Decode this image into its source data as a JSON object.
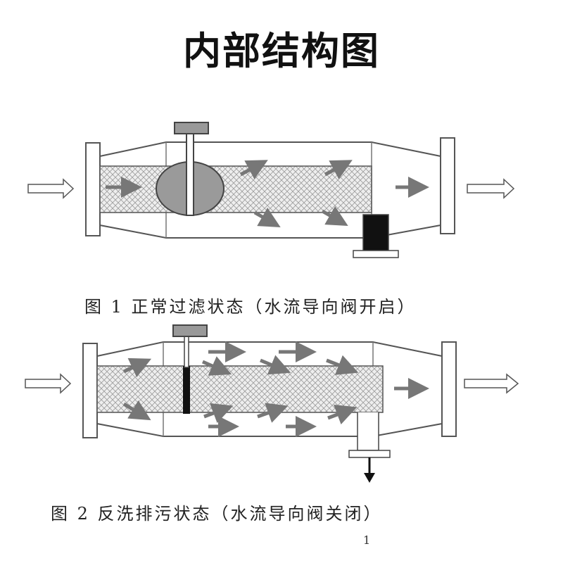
{
  "title": "内部结构图",
  "figure1": {
    "caption": "图 1 正常过滤状态（水流导向阀开启）"
  },
  "figure2": {
    "caption": "图 2 反洗排污状态（水流导向阀关闭）"
  },
  "page_number": "1",
  "colors": {
    "outline": "#666666",
    "body_fill": "#ffffff",
    "screen_fill": "#e8e8e8",
    "valve_fill": "#9a9a9a",
    "dark": "#111111"
  },
  "icons": [
    "arrow-right-icon",
    "arrow-down-icon"
  ]
}
